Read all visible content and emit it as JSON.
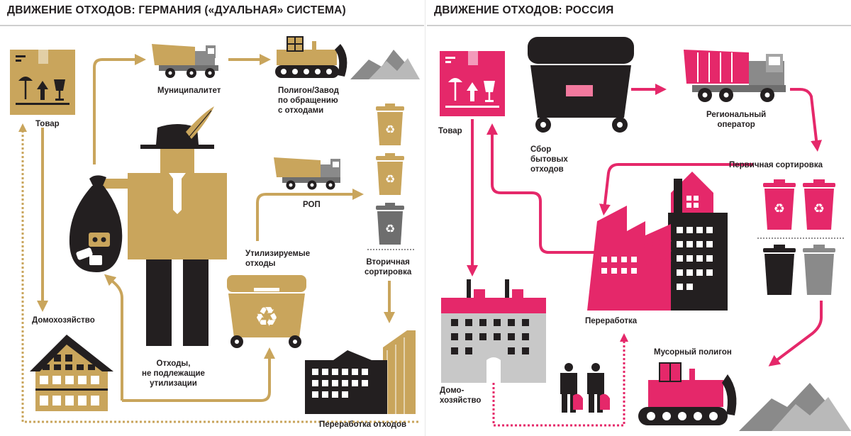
{
  "germany": {
    "title": "ДВИЖЕНИЕ ОТХОДОВ: ГЕРМАНИЯ («ДУАЛЬНАЯ» СИСТЕМА)",
    "labels": {
      "product": "Товар",
      "municipality": "Муниципалитет",
      "landfill_plant": "Полигон/Завод\nпо обращению\nс отходами",
      "rop": "РОП",
      "household": "Домохозяйство",
      "recyclable": "Утилизируемые\nотходы",
      "secondary_sorting": "Вторичная\nсортировка",
      "non_recyclable": "Отходы,\nне подлежащие\nутилизации",
      "processing": "Переработка отходов"
    }
  },
  "russia": {
    "title": "ДВИЖЕНИЕ ОТХОДОВ: РОССИЯ",
    "labels": {
      "product": "Товар",
      "collection": "Сбор\nбытовых\nотходов",
      "regional_operator": "Региональный\nоператор",
      "primary_sorting": "Первичная сортировка",
      "processing": "Переработка",
      "landfill": "Мусорный полигон",
      "household": "Домо-\nхозяйство"
    }
  },
  "colors": {
    "gold": "#c9a55c",
    "pink": "#e5286a",
    "dark": "#231f20",
    "gray": "#8a8a8a",
    "lightgray": "#c8c8c8"
  },
  "icons": [
    "box-icon",
    "garbage-truck-icon",
    "bulldozer-icon",
    "trash-heap-icon",
    "recycle-bin-icon",
    "person-icon",
    "trash-bag-icon",
    "house-icon",
    "factory-icon",
    "dumpster-icon",
    "people-icon"
  ]
}
